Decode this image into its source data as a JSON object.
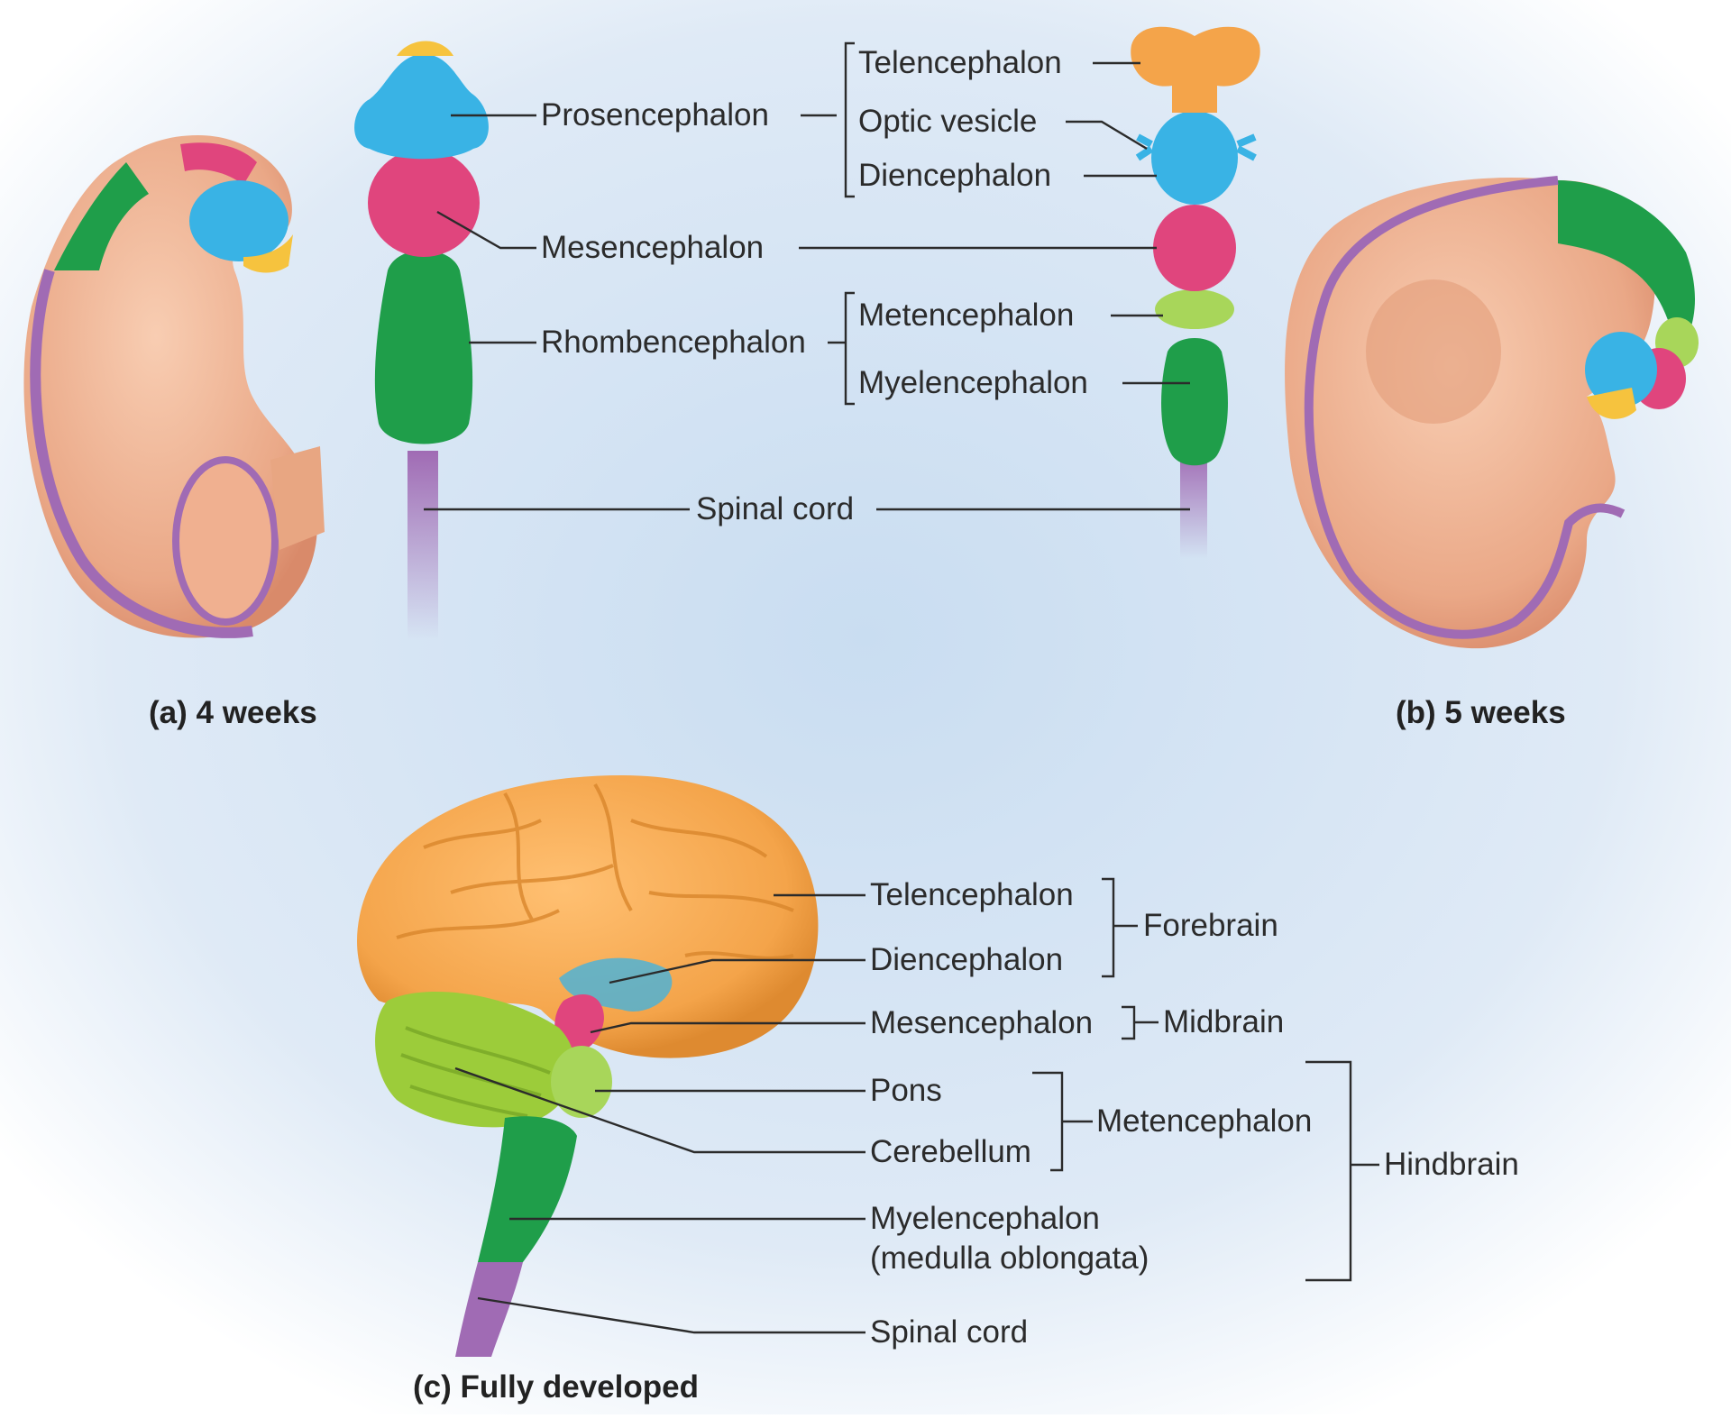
{
  "colors": {
    "telencephalon": "#f4a44a",
    "diencephalon": "#39b3e5",
    "mesencephalon": "#e0457d",
    "metencephalon": "#a8d65a",
    "myelencephalon": "#1f9e4a",
    "spinal_cord": "#a06bb4",
    "embryo_skin": "#f2b596",
    "cerebellum": "#9ccc3a"
  },
  "panel_a": {
    "caption": "(a)  4 weeks",
    "labels": {
      "prosencephalon": "Prosencephalon",
      "mesencephalon": "Mesencephalon",
      "rhombencephalon": "Rhombencephalon",
      "spinal_cord": "Spinal cord"
    }
  },
  "panel_b": {
    "caption": "(b)  5 weeks",
    "labels": {
      "telencephalon": "Telencephalon",
      "optic_vesicle": "Optic vesicle",
      "diencephalon": "Diencephalon",
      "metencephalon": "Metencephalon",
      "myelencephalon": "Myelencephalon"
    }
  },
  "panel_c": {
    "caption": "(c)  Fully developed",
    "labels": {
      "telencephalon": "Telencephalon",
      "diencephalon": "Diencephalon",
      "mesencephalon": "Mesencephalon",
      "pons": "Pons",
      "cerebellum": "Cerebellum",
      "myelencephalon": "Myelencephalon",
      "medulla": "(medulla oblongata)",
      "spinal_cord": "Spinal cord"
    },
    "groups": {
      "forebrain": "Forebrain",
      "midbrain": "Midbrain",
      "metencephalon": "Metencephalon",
      "hindbrain": "Hindbrain"
    }
  }
}
